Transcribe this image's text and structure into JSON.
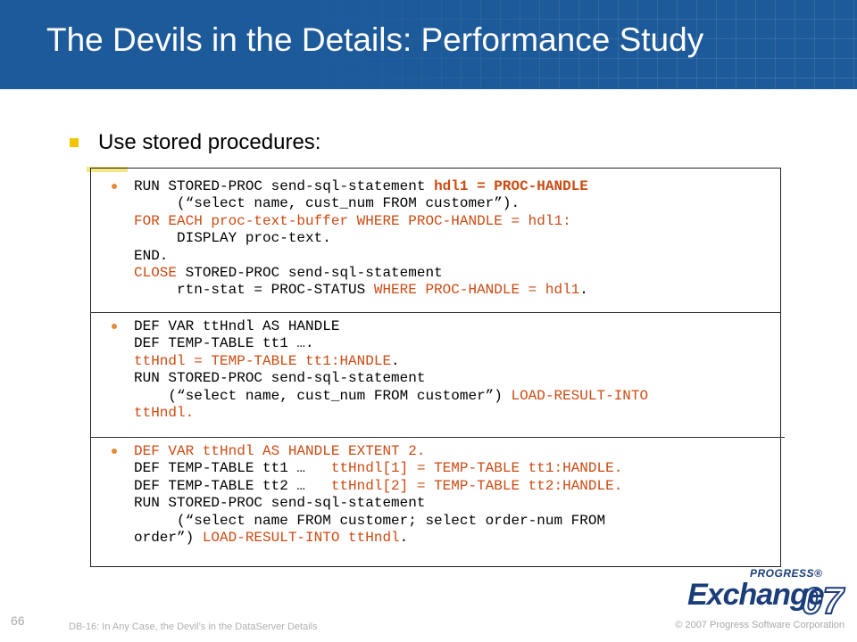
{
  "slide": {
    "title": "The Devils in the Details: Performance Study",
    "bullet": "Use stored procedures:"
  },
  "code_blocks": [
    [
      [
        {
          "t": "RUN STORED-PROC send-sql-statement "
        },
        {
          "t": "hdl1 = PROC-HANDLE",
          "s": "rb"
        }
      ],
      [
        {
          "t": "     (“select name, cust_num FROM customer”)."
        }
      ],
      [
        {
          "t": "FOR EACH proc-text-buffer WHERE PROC-HANDLE = hdl1:",
          "s": "r"
        }
      ],
      [
        {
          "t": "     DISPLAY proc-text."
        }
      ],
      [
        {
          "t": "END."
        }
      ],
      [
        {
          "t": "CLOSE",
          "s": "r"
        },
        {
          "t": " STORED-PROC send-sql-statement"
        }
      ],
      [
        {
          "t": "     rtn-stat = PROC-STATUS "
        },
        {
          "t": "WHERE PROC-HANDLE = hdl1",
          "s": "r"
        },
        {
          "t": "."
        }
      ]
    ],
    [
      [
        {
          "t": "DEF VAR ttHndl AS HANDLE"
        }
      ],
      [
        {
          "t": "DEF TEMP-TABLE tt1 …."
        }
      ],
      [
        {
          "t": "ttHndl = TEMP-TABLE tt1:HANDLE",
          "s": "r"
        },
        {
          "t": "."
        }
      ],
      [
        {
          "t": "RUN STORED-PROC send-sql-statement"
        }
      ],
      [
        {
          "t": "    (“select name, cust_num FROM customer”) "
        },
        {
          "t": "LOAD-RESULT-INTO",
          "s": "r"
        }
      ],
      [
        {
          "t": "ttHndl.",
          "s": "r"
        }
      ]
    ],
    [
      [
        {
          "t": "DEF VAR ttHndl AS HANDLE EXTENT 2.",
          "s": "r"
        }
      ],
      [
        {
          "t": "DEF TEMP-TABLE tt1 …   "
        },
        {
          "t": "ttHndl[1] = TEMP-TABLE tt1:HANDLE.",
          "s": "r"
        }
      ],
      [
        {
          "t": "DEF TEMP-TABLE tt2 …   "
        },
        {
          "t": "ttHndl[2] = TEMP-TABLE tt2:HANDLE.",
          "s": "r"
        }
      ],
      [
        {
          "t": "RUN STORED-PROC send-sql-statement"
        }
      ],
      [
        {
          "t": "     (“select name FROM customer; select order-num FROM"
        }
      ],
      [
        {
          "t": "order”) "
        },
        {
          "t": "LOAD-RESULT-INTO ttHndl",
          "s": "r"
        },
        {
          "t": "."
        }
      ]
    ]
  ],
  "footer": {
    "page_number": "66",
    "session": "DB-16: In Any Case, the Devil’s in the DataServer Details",
    "copyright": "© 2007 Progress Software Corporation"
  },
  "logo": {
    "brand": "PROGRESS®",
    "name": "Exchange",
    "year": "07"
  },
  "colors": {
    "header": "#1d5a9a",
    "bullet_square": "#f2c500",
    "code_highlight": "#cc4a12"
  }
}
